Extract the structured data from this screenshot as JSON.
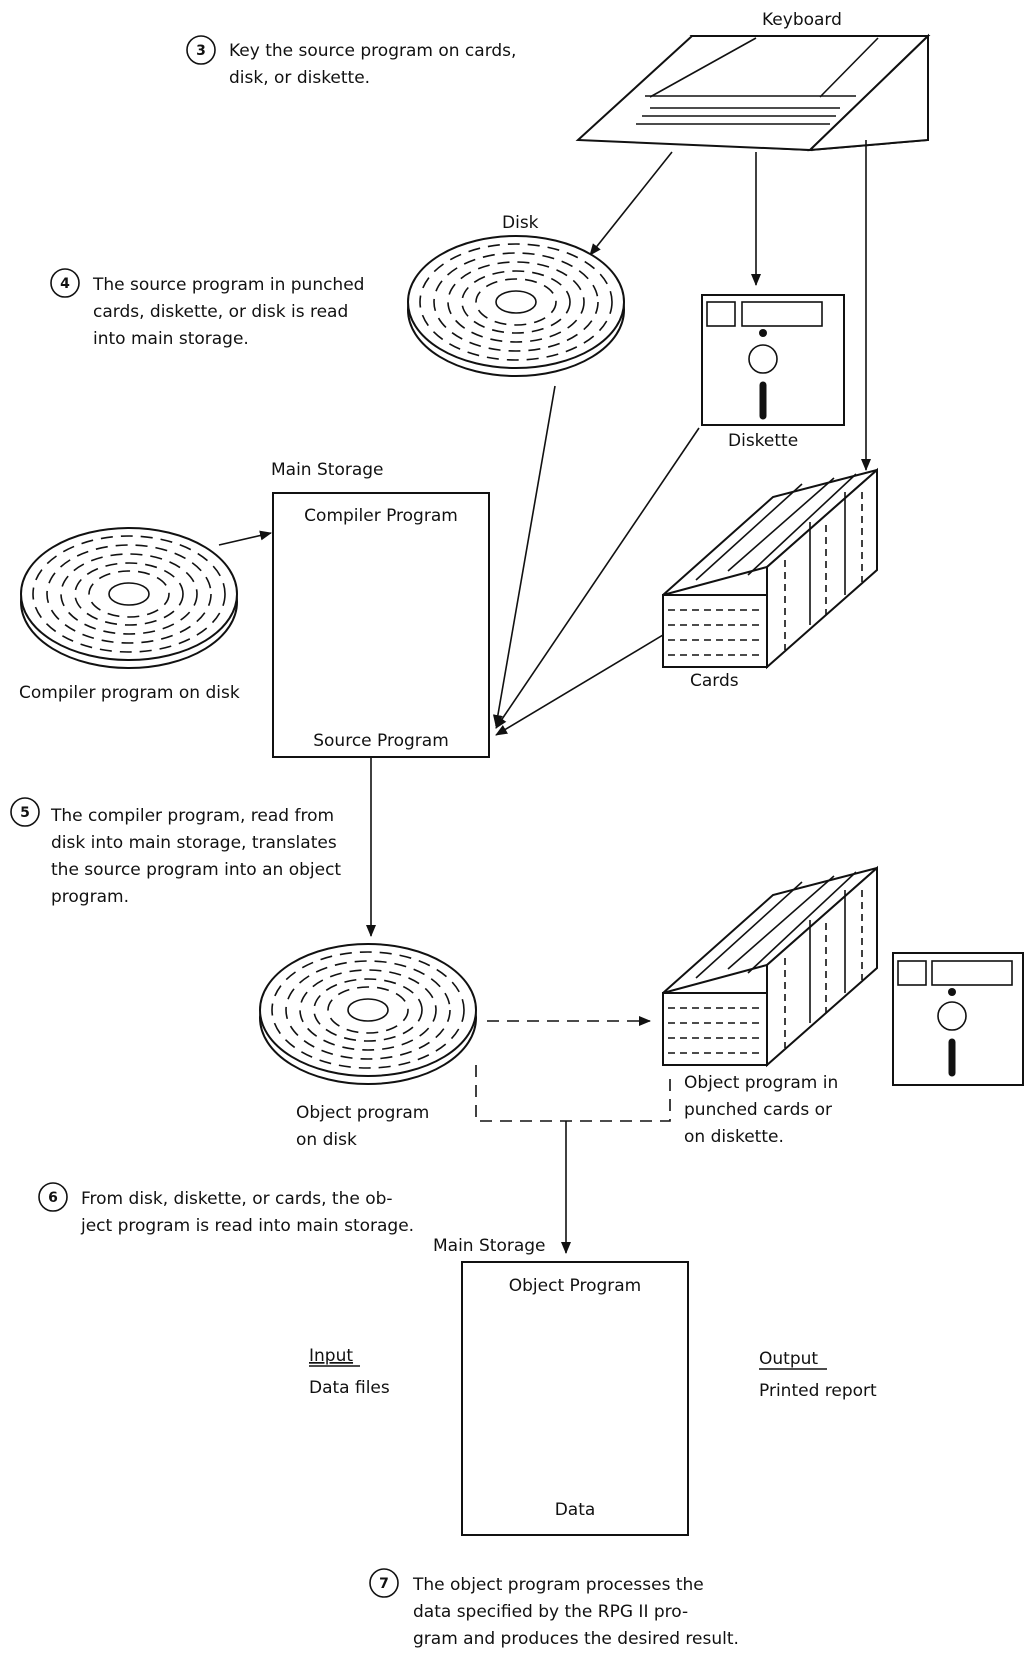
{
  "labels": {
    "keyboard": "Keyboard",
    "disk": "Disk",
    "diskette": "Diskette",
    "cards": "Cards",
    "main_storage_1": "Main Storage",
    "compiler_program": "Compiler Program",
    "source_program": "Source Program",
    "compiler_on_disk": "Compiler program on disk",
    "object_on_disk": [
      "Object program",
      "on disk"
    ],
    "object_in_cards": [
      "Object program in",
      "punched cards or",
      "on diskette."
    ],
    "main_storage_2": "Main Storage",
    "object_program": "Object Program",
    "data": "Data",
    "input_heading": "Input",
    "input_text": "Data files",
    "output_heading": "Output",
    "output_text": "Printed report"
  },
  "steps": [
    {
      "number": "3",
      "lines": [
        "Key the source program on cards,",
        "disk, or diskette."
      ]
    },
    {
      "number": "4",
      "lines": [
        "The source program in punched",
        "cards, diskette, or disk is read",
        "into main storage."
      ]
    },
    {
      "number": "5",
      "lines": [
        "The compiler program, read from",
        "disk into main storage, translates",
        "the source program into an object",
        "program."
      ]
    },
    {
      "number": "6",
      "lines": [
        "From disk, diskette, or cards, the ob-",
        "ject program is read into main storage."
      ]
    },
    {
      "number": "7",
      "lines": [
        "The object program processes the",
        "data specified by the RPG II pro-",
        "gram and produces the desired result."
      ]
    }
  ]
}
